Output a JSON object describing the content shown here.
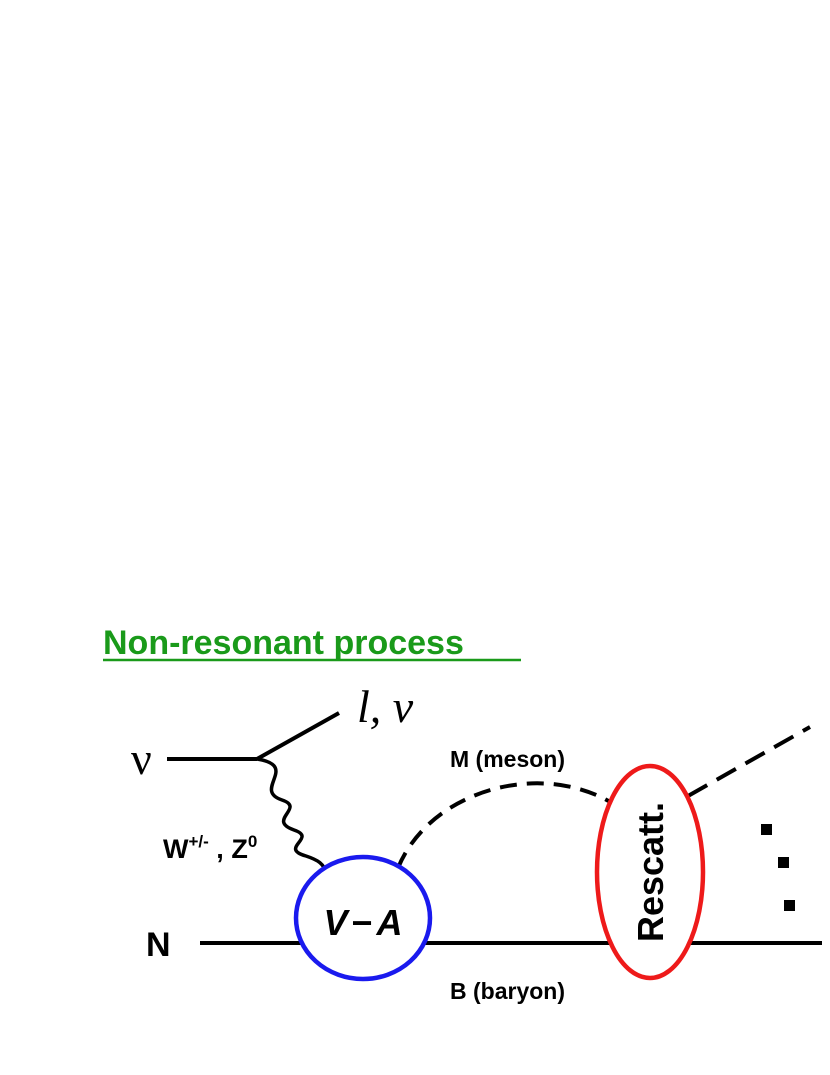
{
  "slide": {
    "title": "Non-resonant process",
    "title_color": "#1a9a1a"
  },
  "diagram": {
    "labels": {
      "incoming_neutrino": "ν",
      "outgoing_lepton": "l, ν",
      "boson": "W",
      "boson_charge": "+/-",
      "boson_sep": " , ",
      "boson_z": "Z",
      "boson_z_sup": "0",
      "nucleon": "N",
      "vertex_v": "V",
      "vertex_minus": "−",
      "vertex_a": "A",
      "meson": "M (meson)",
      "baryon": "B (baryon)",
      "rescatter": "Rescatt."
    },
    "colors": {
      "vertex_outline": "#1a1aee",
      "rescatter_outline": "#ee1a1a",
      "lines": "#000000"
    },
    "continuation_marker": "dots-ellipsis"
  }
}
